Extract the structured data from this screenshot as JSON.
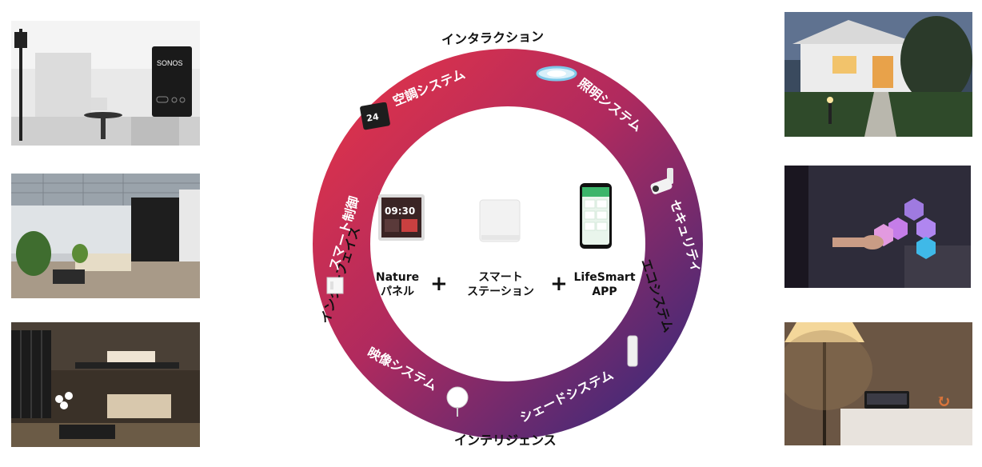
{
  "ring": {
    "outer_labels": {
      "top": "インタラクション",
      "right": "エコシステム",
      "bottom": "インテリジェンス",
      "left": "インターフェイス"
    },
    "segments": [
      {
        "label": "空調システム",
        "icon": "thermostat-icon"
      },
      {
        "label": "照明システム",
        "icon": "ceiling-light-icon"
      },
      {
        "label": "セキュリティ",
        "icon": "security-camera-icon"
      },
      {
        "label": "シェードシステム",
        "icon": "shade-sensor-icon"
      },
      {
        "label": "映像システム",
        "icon": "round-device-icon"
      },
      {
        "label": "スマート制御",
        "icon": "wall-switch-icon"
      }
    ],
    "gradient": {
      "start": "#e0334a",
      "end": "#3c2a7a"
    }
  },
  "center": {
    "items": [
      {
        "label_line1": "Nature",
        "label_line2": "パネル",
        "icon": "nature-panel-icon"
      },
      {
        "label_line1": "スマート",
        "label_line2": "ステーション",
        "icon": "smart-station-icon"
      },
      {
        "label_line1": "LifeSmart",
        "label_line2": "APP",
        "icon": "smartphone-app-icon"
      }
    ],
    "plus": "+",
    "panel_clock": "09:30",
    "thermostat_temp": "24"
  },
  "photos": {
    "left": [
      {
        "name": "living-room-photo",
        "caption": "SONOS"
      },
      {
        "name": "office-lobby-photo"
      },
      {
        "name": "loft-interior-photo"
      }
    ],
    "right": [
      {
        "name": "house-entrance-photo"
      },
      {
        "name": "hexagon-lights-photo"
      },
      {
        "name": "lamp-panel-photo"
      }
    ]
  }
}
